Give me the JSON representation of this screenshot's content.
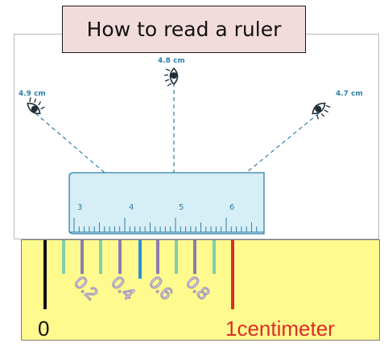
{
  "title": "How to read a ruler",
  "parallax": {
    "eye_left_label": "4.9 cm",
    "eye_center_label": "4.8 cm",
    "eye_right_label": "4.7 cm",
    "ruler_numbers": [
      "3",
      "4",
      "5",
      "6"
    ],
    "colors": {
      "ruler_fill": "#d6eef6",
      "ink": "#2f7fa7",
      "dash": "#2f7fa7"
    }
  },
  "closeup": {
    "zero_label": "0",
    "decimal_labels": [
      "0.2",
      "0.4",
      "0.6",
      "0.8"
    ],
    "end_label": "1centimeter",
    "colors": {
      "background": "#fffa8e",
      "zero_tick": "#111111",
      "green_tick": "#7fcfaa",
      "purple_tick": "#8f7ab0",
      "blue_tick": "#2a8fd8",
      "red_tick": "#dd2b2b",
      "decimal_text": "#9a8db5"
    }
  }
}
